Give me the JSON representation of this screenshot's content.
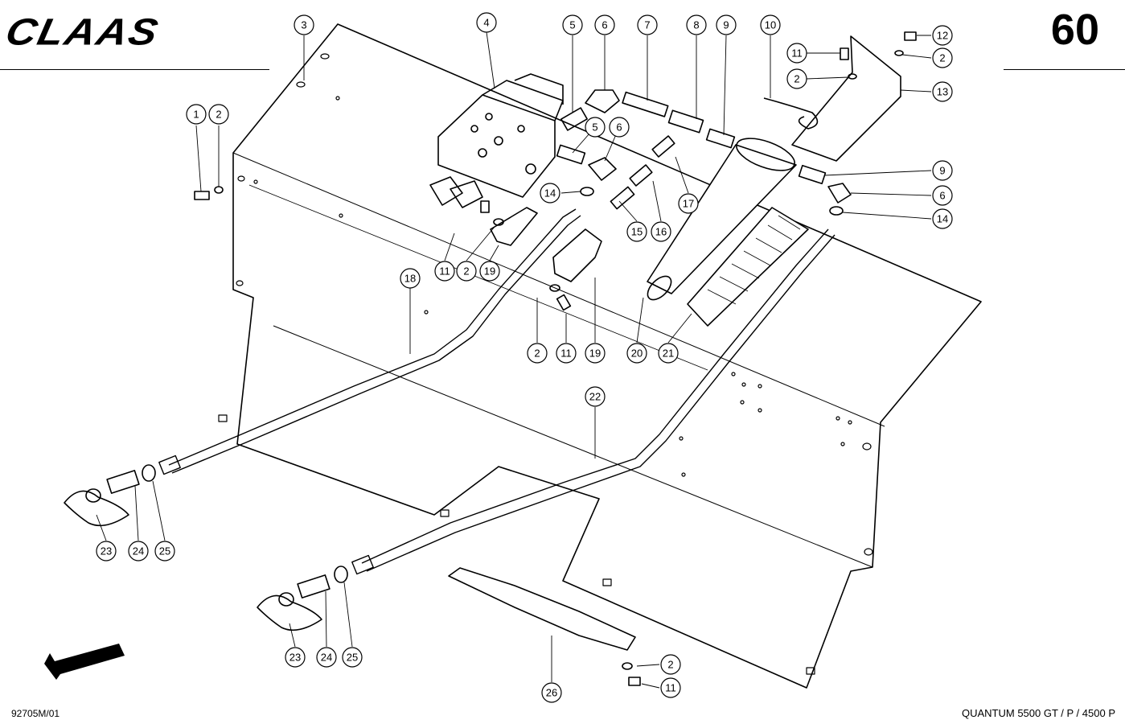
{
  "header": {
    "brand": "CLAAS",
    "page_number": "60"
  },
  "footer": {
    "document_number": "92705M/01",
    "model": "QUANTUM  5500 GT / P / 4500 P"
  },
  "callouts": {
    "c1": "1",
    "c2": "2",
    "c3": "3",
    "c4": "4",
    "c5": "5",
    "c6": "6",
    "c7": "7",
    "c8": "8",
    "c9": "9",
    "c10": "10",
    "c11": "11",
    "c12": "12",
    "c13": "13",
    "c14": "14",
    "c15": "15",
    "c16": "16",
    "c17": "17",
    "c18": "18",
    "c19": "19",
    "c20": "20",
    "c21": "21",
    "c22": "22",
    "c23": "23",
    "c24": "24",
    "c25": "25",
    "c26": "26"
  }
}
